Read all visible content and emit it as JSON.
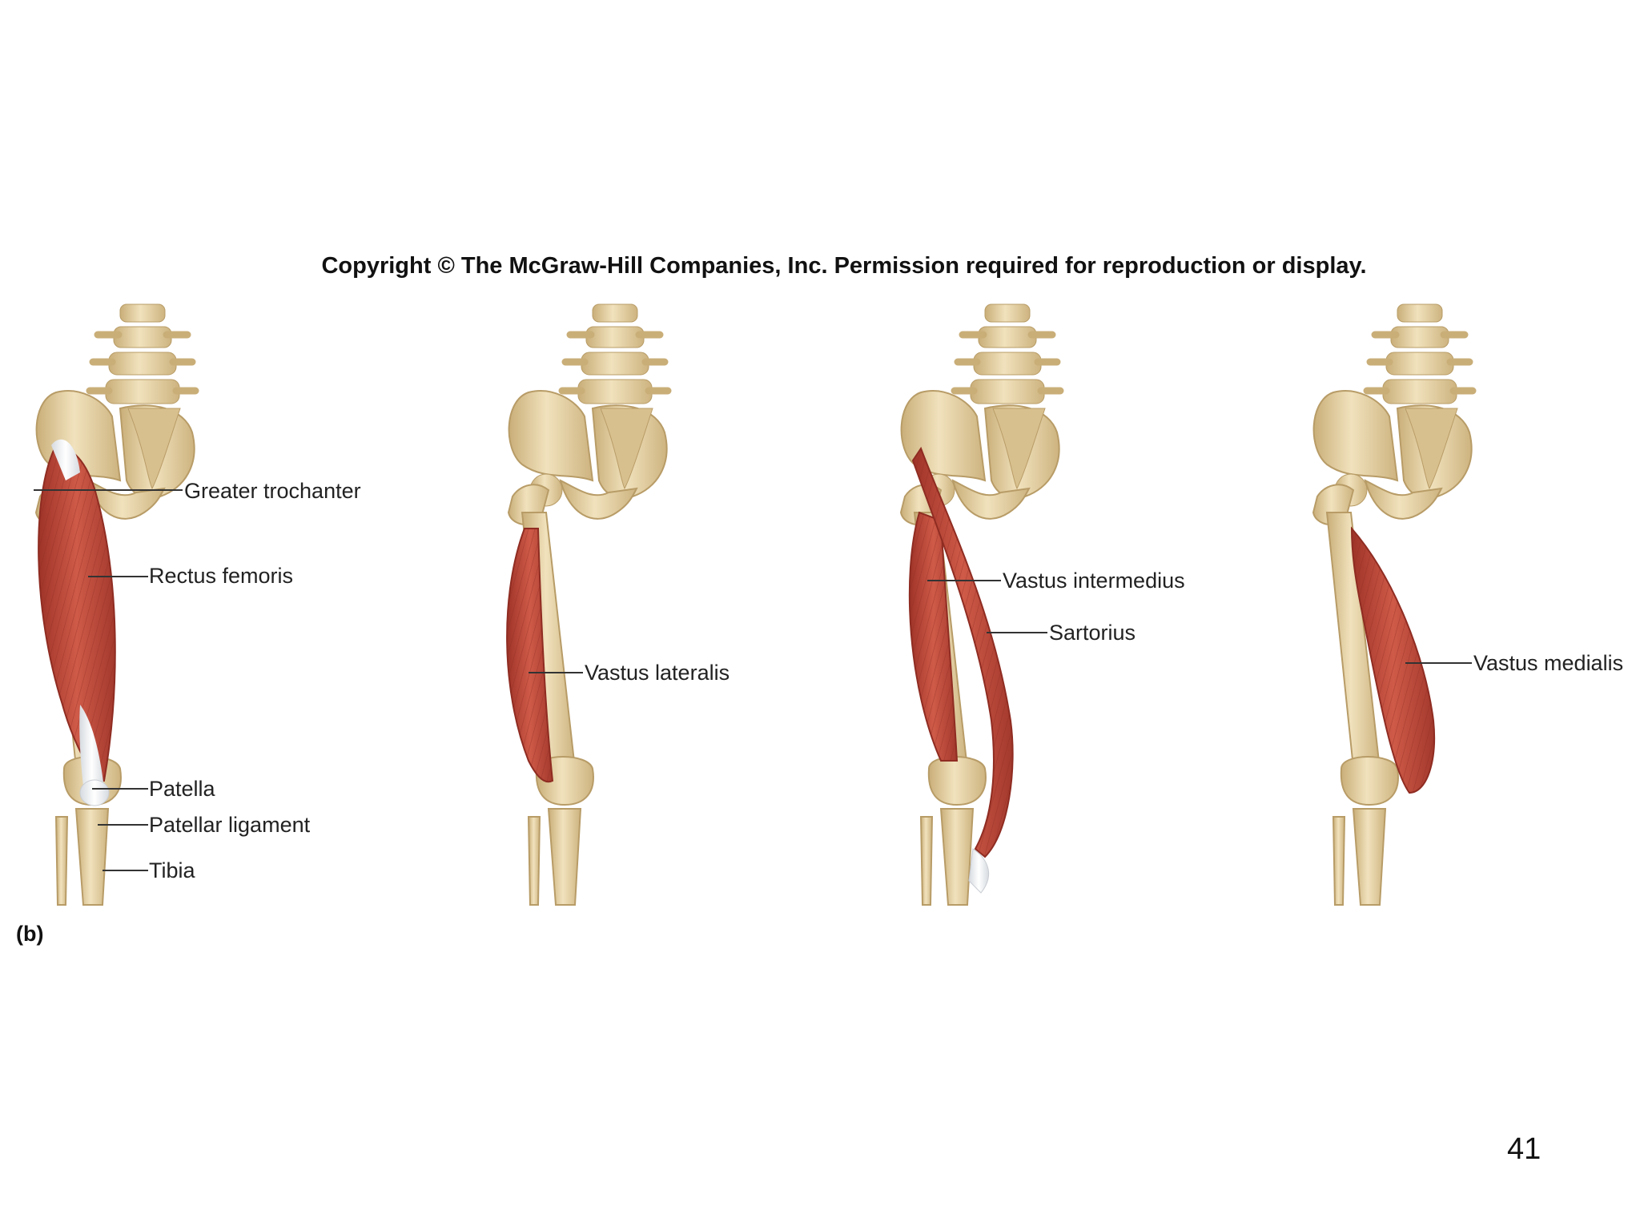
{
  "copyright": "Copyright © The McGraw-Hill Companies, Inc. Permission required for reproduction or display.",
  "panel_label": "(b)",
  "slide_number": "41",
  "labels": {
    "greater_trochanter": "Greater trochanter",
    "rectus_femoris": "Rectus femoris",
    "patella": "Patella",
    "patellar_ligament": "Patellar ligament",
    "tibia": "Tibia",
    "vastus_lateralis": "Vastus lateralis",
    "vastus_intermedius": "Vastus intermedius",
    "sartorius": "Sartorius",
    "vastus_medialis": "Vastus medialis"
  },
  "colors": {
    "bone": "#e6d2a4",
    "bone_shadow": "#c9ae78",
    "muscle": "#c0473a",
    "muscle_dark": "#9e3328",
    "tendon": "#eef0f2"
  }
}
